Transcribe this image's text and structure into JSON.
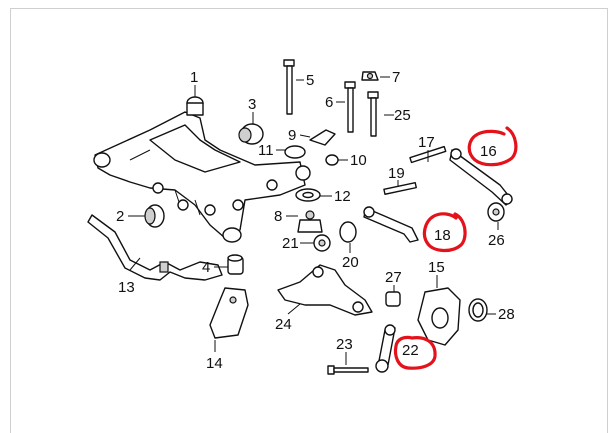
{
  "diagram": {
    "parts": [
      {
        "number": "1"
      },
      {
        "number": "2"
      },
      {
        "number": "3"
      },
      {
        "number": "4"
      },
      {
        "number": "5"
      },
      {
        "number": "6"
      },
      {
        "number": "7"
      },
      {
        "number": "8"
      },
      {
        "number": "9"
      },
      {
        "number": "10"
      },
      {
        "number": "11"
      },
      {
        "number": "12"
      },
      {
        "number": "13"
      },
      {
        "number": "14"
      },
      {
        "number": "15"
      },
      {
        "number": "16"
      },
      {
        "number": "17"
      },
      {
        "number": "18"
      },
      {
        "number": "19"
      },
      {
        "number": "20"
      },
      {
        "number": "21"
      },
      {
        "number": "22"
      },
      {
        "number": "23"
      },
      {
        "number": "24"
      },
      {
        "number": "25"
      },
      {
        "number": "26"
      },
      {
        "number": "27"
      },
      {
        "number": "28"
      }
    ],
    "highlighted": [
      "16",
      "18",
      "22"
    ],
    "highlight_color": "#e3121b",
    "line_color": "#111111"
  }
}
